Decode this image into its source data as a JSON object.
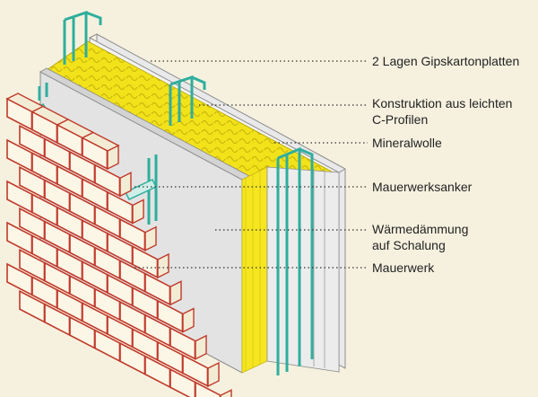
{
  "labels": {
    "gipskarton": "2 Lagen Gipskartonplatten",
    "konstruktion_line1": "Konstruktion aus leichten",
    "konstruktion_line2": "C-Profilen",
    "mineralwolle": "Mineralwolle",
    "mauerwerksanker": "Mauerwerksanker",
    "waermedaemmung_line1": "Wärmedämmung",
    "waermedaemmung_line2": "auf Schalung",
    "mauerwerk": "Mauerwerk"
  },
  "colors": {
    "background": "#f6f1df",
    "brick_outline": "#c0392b",
    "insulation_board": "#e4e4e4",
    "mineral_wool": "#f2e21a",
    "c_profile": "#2fae9d",
    "gypsum_board": "#f0f0f0"
  }
}
